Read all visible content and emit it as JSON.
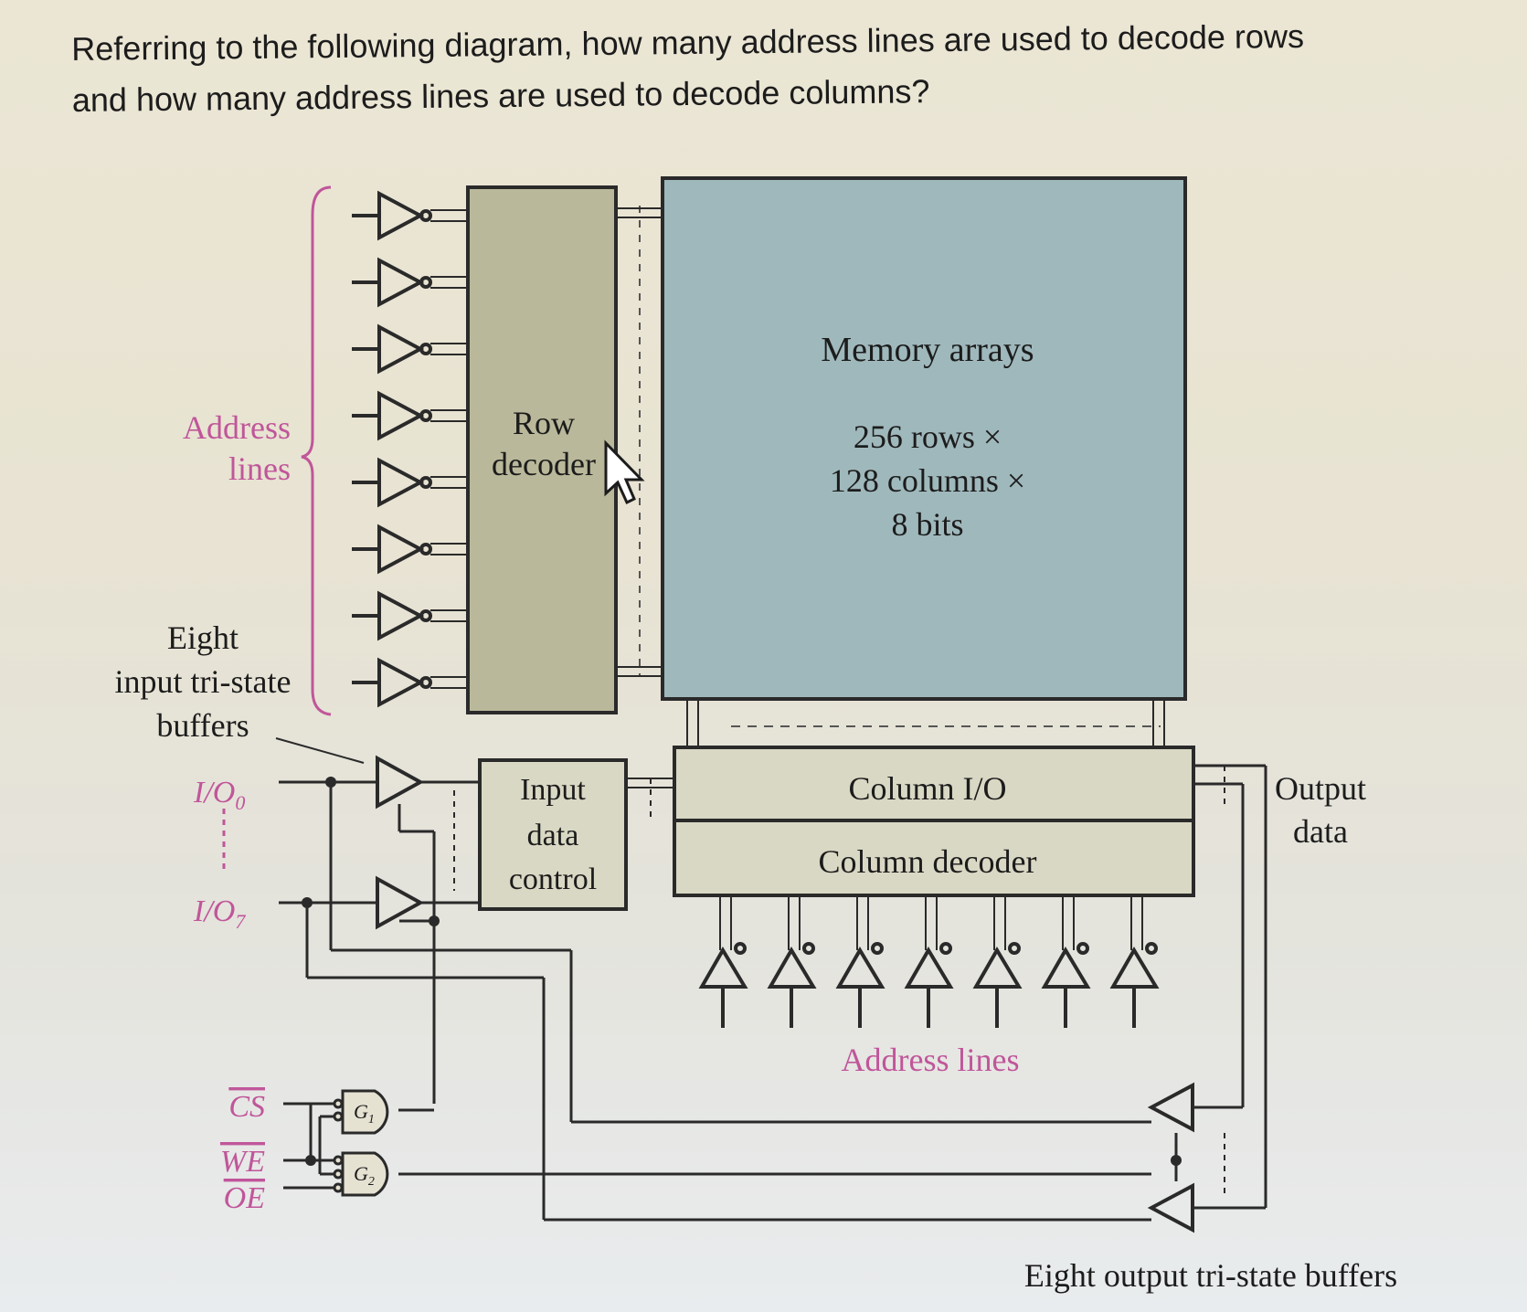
{
  "question": {
    "line1": "Referring to the following diagram, how many  address lines are used to decode rows",
    "line2": "and how many address lines are used to decode columns?"
  },
  "diagram": {
    "address_lines_left_1": "Address",
    "address_lines_left_2": "lines",
    "row_decoder_1": "Row",
    "row_decoder_2": "decoder",
    "memory_title": "Memory arrays",
    "memory_rows": "256 rows ×",
    "memory_cols": "128 columns ×",
    "memory_bits": "8 bits",
    "eight_input_1": "Eight",
    "eight_input_2": "input tri-state",
    "eight_input_3": "buffers",
    "io0": "I/O",
    "io0_sub": "0",
    "io7": "I/O",
    "io7_sub": "7",
    "input_data_1": "Input",
    "input_data_2": "data",
    "input_data_3": "control",
    "column_io": "Column I/O",
    "column_decoder": "Column decoder",
    "output_data_1": "Output",
    "output_data_2": "data",
    "address_lines_bottom": "Address lines",
    "cs": "CS",
    "we": "WE",
    "oe": "OE",
    "g1": "G",
    "g1_sub": "1",
    "g2": "G",
    "g2_sub": "2",
    "eight_output": "Eight output tri-state buffers"
  },
  "colors": {
    "memory_fill": "#9fb8bc",
    "decoder_fill": "#b9b89a",
    "block_fill": "#d9d8c4",
    "label_pink": "#c0569a",
    "line": "#2a2a2a"
  }
}
